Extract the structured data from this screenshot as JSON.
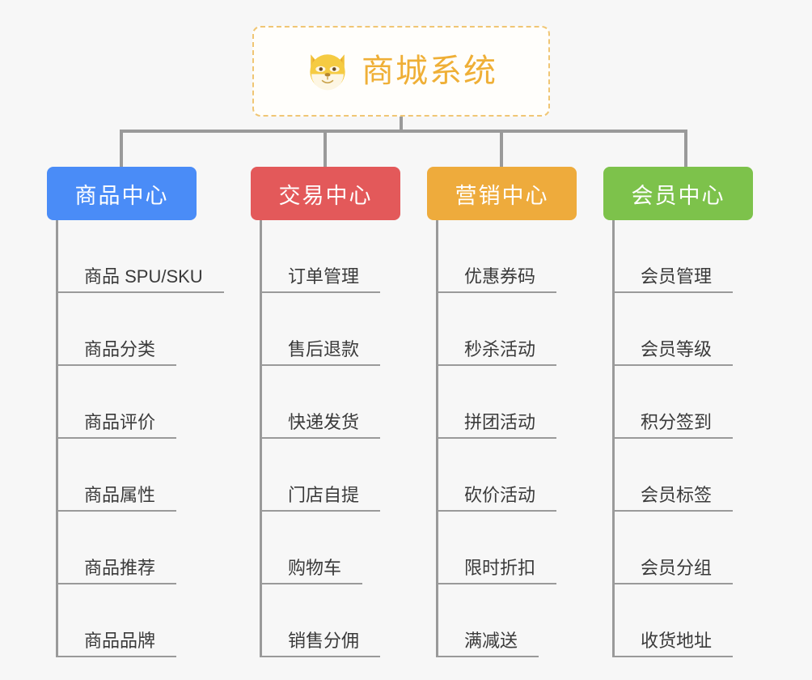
{
  "diagram": {
    "type": "org-chart",
    "background_color": "#f7f7f7",
    "connector_color": "#9a9a9a",
    "root": {
      "title": "商城系统",
      "icon": "dog-face-icon",
      "text_color": "#efaf36",
      "border_color": "#f0c674",
      "background_color": "#fffefb"
    },
    "columns": [
      {
        "id": "product-center",
        "label": "商品中心",
        "color": "#4a8cf7",
        "items": [
          "商品 SPU/SKU",
          "商品分类",
          "商品评价",
          "商品属性",
          "商品推荐",
          "商品品牌"
        ]
      },
      {
        "id": "trade-center",
        "label": "交易中心",
        "color": "#e3595a",
        "items": [
          "订单管理",
          "售后退款",
          "快递发货",
          "门店自提",
          "购物车",
          "销售分佣"
        ]
      },
      {
        "id": "marketing-center",
        "label": "营销中心",
        "color": "#eeab3c",
        "items": [
          "优惠券码",
          "秒杀活动",
          "拼团活动",
          "砍价活动",
          "限时折扣",
          "满减送"
        ]
      },
      {
        "id": "member-center",
        "label": "会员中心",
        "color": "#7dc24b",
        "items": [
          "会员管理",
          "会员等级",
          "积分签到",
          "会员标签",
          "会员分组",
          "收货地址"
        ]
      }
    ]
  }
}
